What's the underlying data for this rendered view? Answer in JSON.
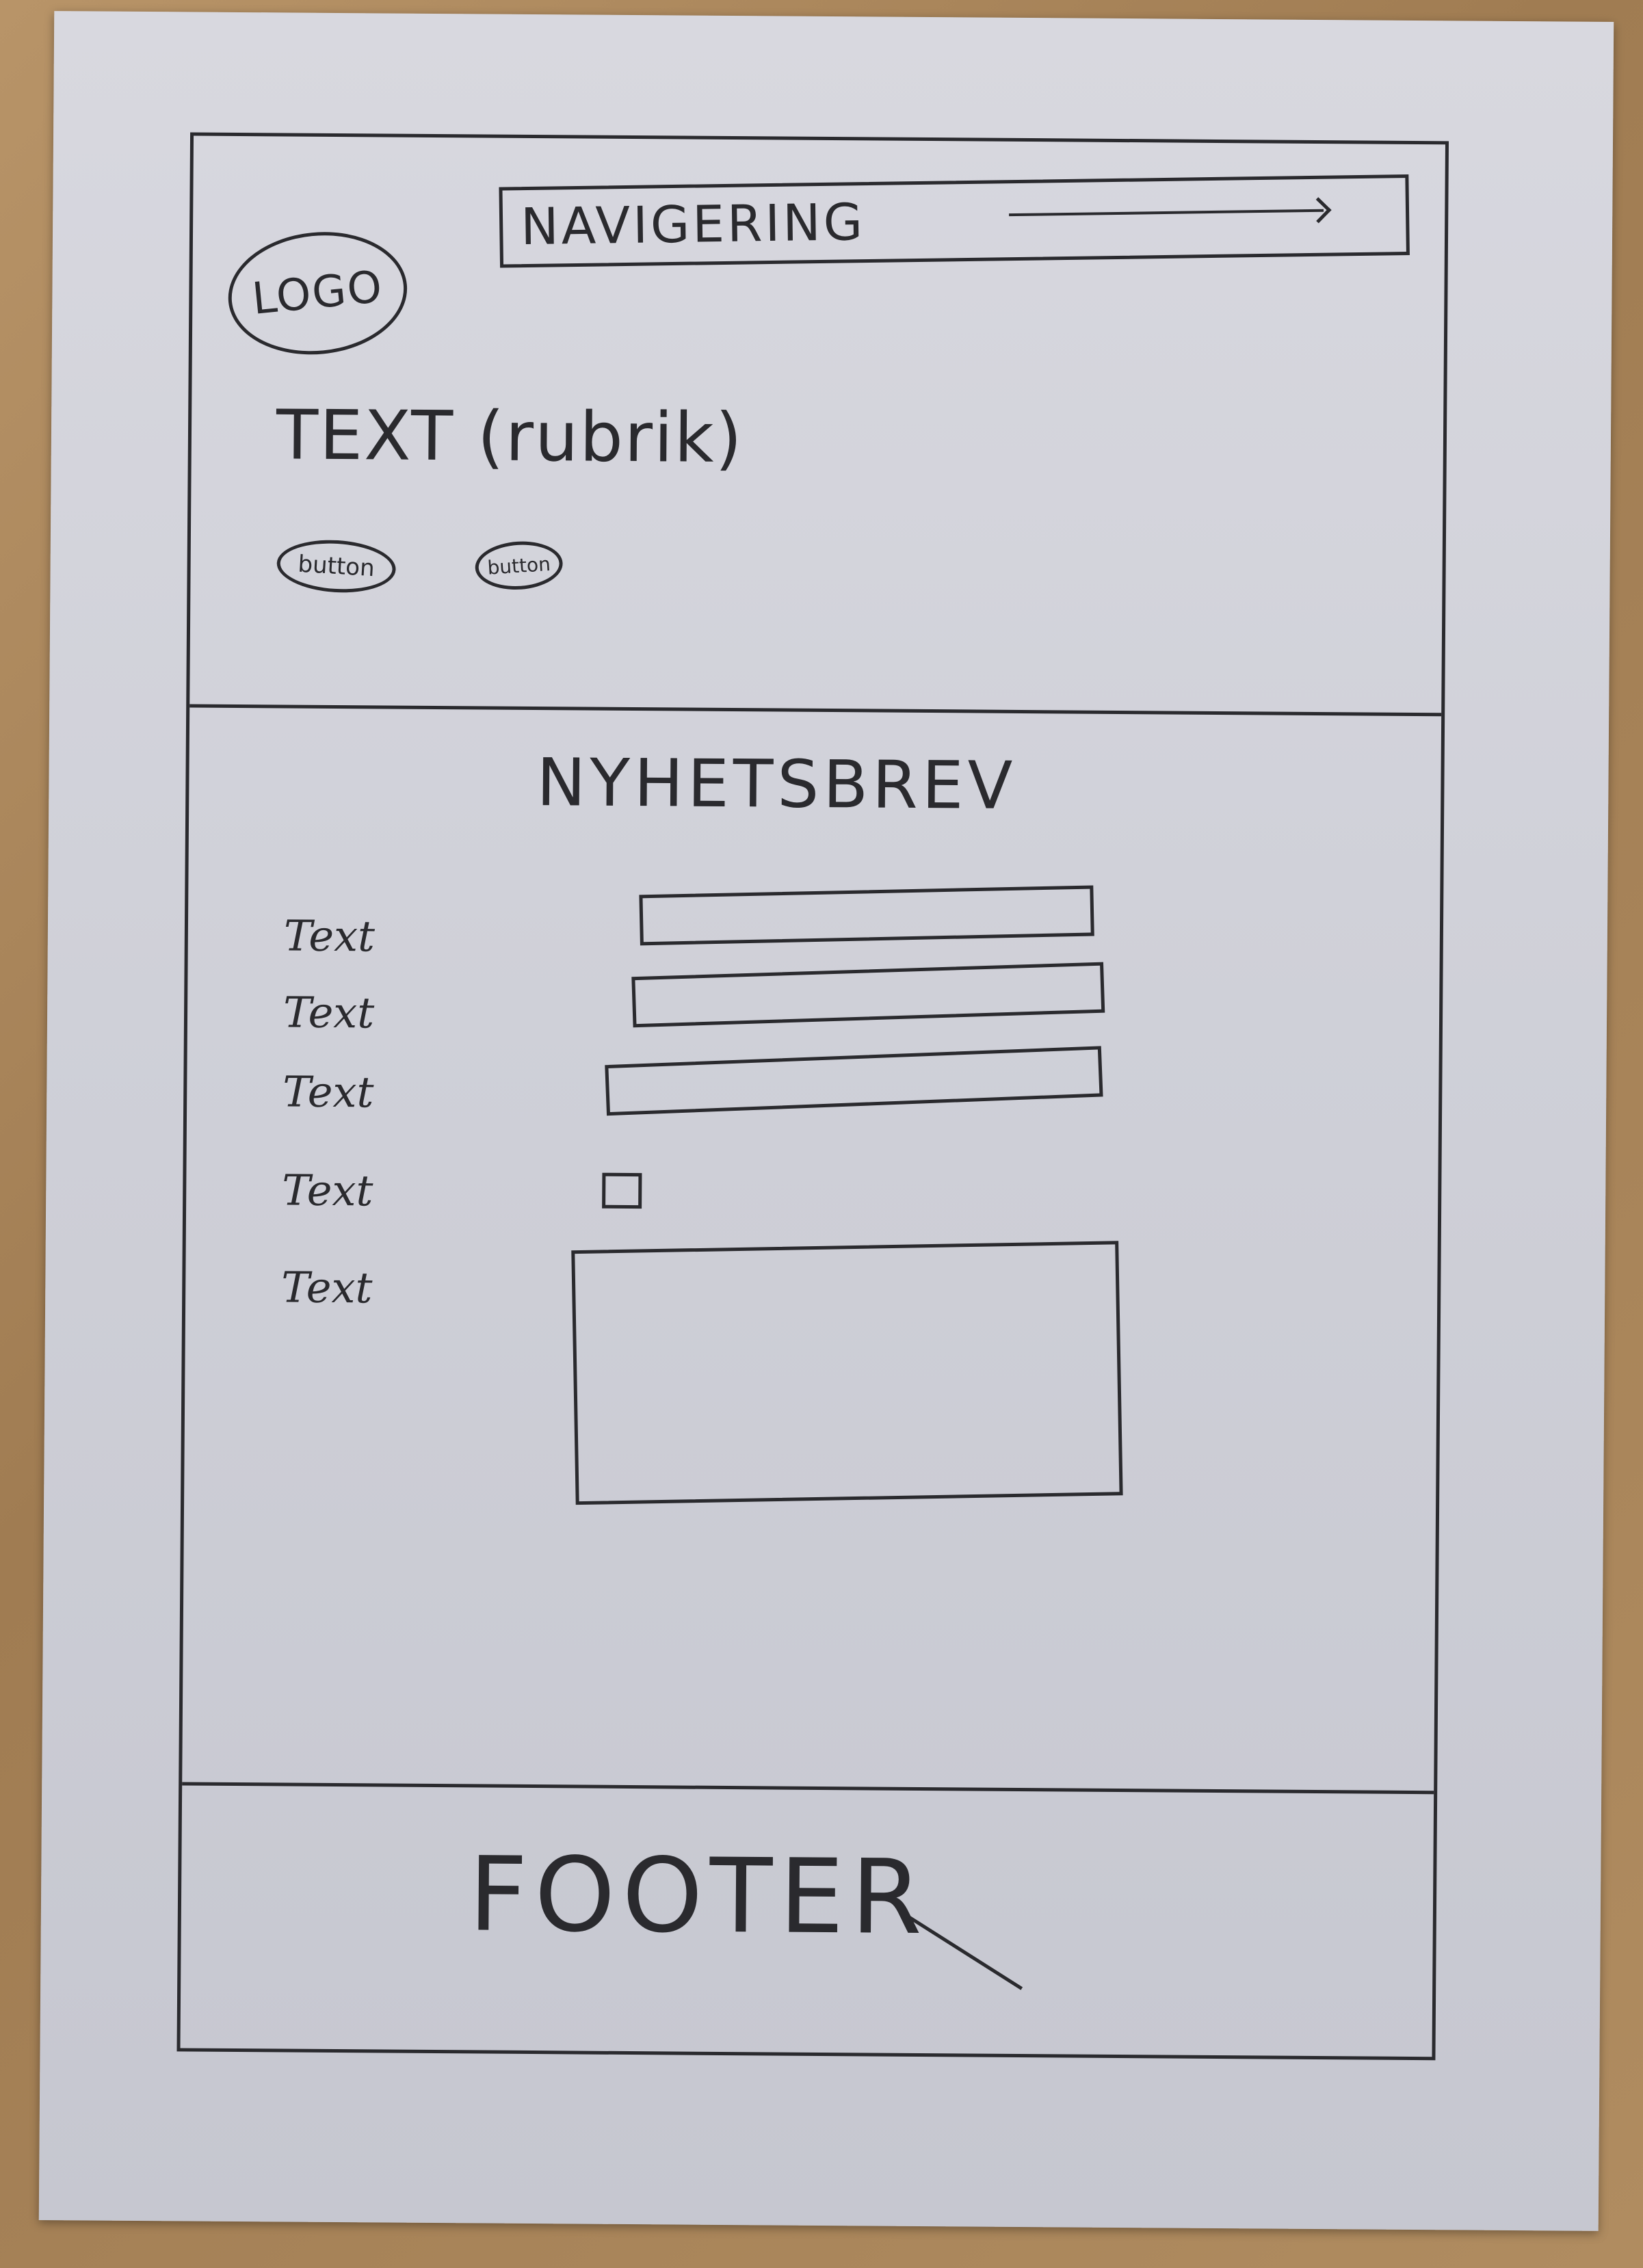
{
  "header": {
    "logo_label": "LOGO",
    "nav_label": "NAVIGERING",
    "title": "TEXT (rubrik)",
    "buttons": [
      {
        "label": "button"
      },
      {
        "label": "button"
      }
    ]
  },
  "newsletter": {
    "title": "NYHETSBREV",
    "fields": [
      {
        "label": "Text",
        "type": "text-input"
      },
      {
        "label": "Text",
        "type": "text-input"
      },
      {
        "label": "Text",
        "type": "text-input"
      },
      {
        "label": "Text",
        "type": "checkbox"
      },
      {
        "label": "Text",
        "type": "textarea"
      }
    ]
  },
  "footer": {
    "label": "FOOTER"
  }
}
